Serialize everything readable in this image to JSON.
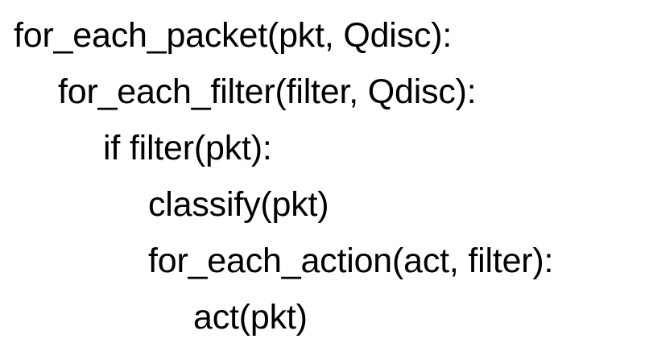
{
  "code": {
    "lines": [
      "for_each_packet(pkt, Qdisc):",
      "for_each_filter(filter, Qdisc):",
      "if filter(pkt):",
      "classify(pkt)",
      "for_each_action(act, filter):",
      "act(pkt)"
    ]
  }
}
